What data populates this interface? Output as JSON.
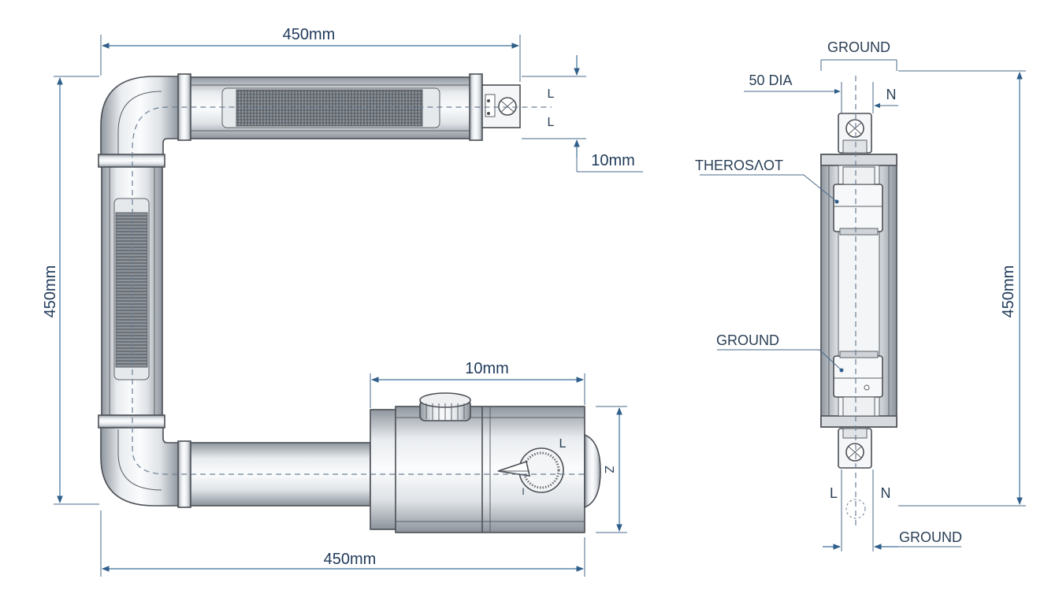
{
  "left_view": {
    "dim_top": "450mm",
    "dim_left": "450mm",
    "dim_bottom": "450mm",
    "dim_terminal_gap": "10mm",
    "dim_housing": "10mm",
    "terminal_mark_1": "L",
    "terminal_mark_2": "L",
    "housing_mark_l": "L",
    "housing_mark_z": "Z",
    "dial_mark": "I"
  },
  "right_view": {
    "ground_top": "GROUND",
    "dia": "50 DIA",
    "n_top": "N",
    "thermostat": "THEROSΛOT",
    "ground_mid": "GROUND",
    "dim_right": "450mm",
    "l_bottom": "L",
    "n_bottom": "N",
    "ground_bottom": "GROUND"
  },
  "colors": {
    "dimension_line": "#3b6f9a",
    "metal_light": "#f1f3f5",
    "metal_dark": "#9aa1a8",
    "outline": "#4b4f55"
  }
}
